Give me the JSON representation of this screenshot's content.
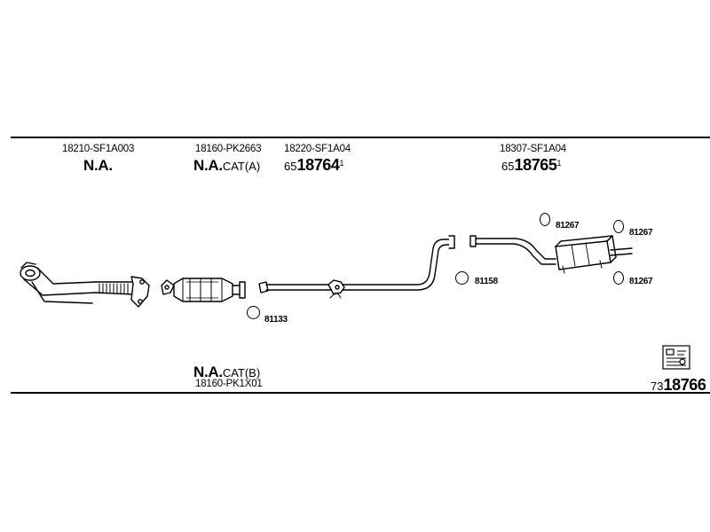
{
  "top_labels": [
    {
      "part": "18210-SF1A003",
      "na": "N.A."
    },
    {
      "part": "18160-PK2663",
      "na": "N.A.",
      "suffix": "CAT(A)"
    },
    {
      "part": "18220-SF1A04",
      "code_prefix": "65",
      "code_main": "18764",
      "code_sup": "1"
    },
    {
      "part": "18307-SF1A04",
      "code_prefix": "65",
      "code_main": "18765",
      "code_sup": "1"
    }
  ],
  "bottom_label": {
    "na": "N.A.",
    "suffix": "CAT(B)",
    "part": "18160-PK1X01"
  },
  "rings": [
    {
      "ref": "81133"
    },
    {
      "ref": "81158"
    },
    {
      "ref": "81267"
    },
    {
      "ref": "81267"
    },
    {
      "ref": "81267"
    }
  ],
  "diagram_code": {
    "prefix": "73",
    "main": "18766"
  },
  "icons": [
    "exhaust-downpipe",
    "catalytic-converter",
    "center-pipe",
    "rear-muffler",
    "mounting-ring",
    "diagram-stamp-icon"
  ]
}
